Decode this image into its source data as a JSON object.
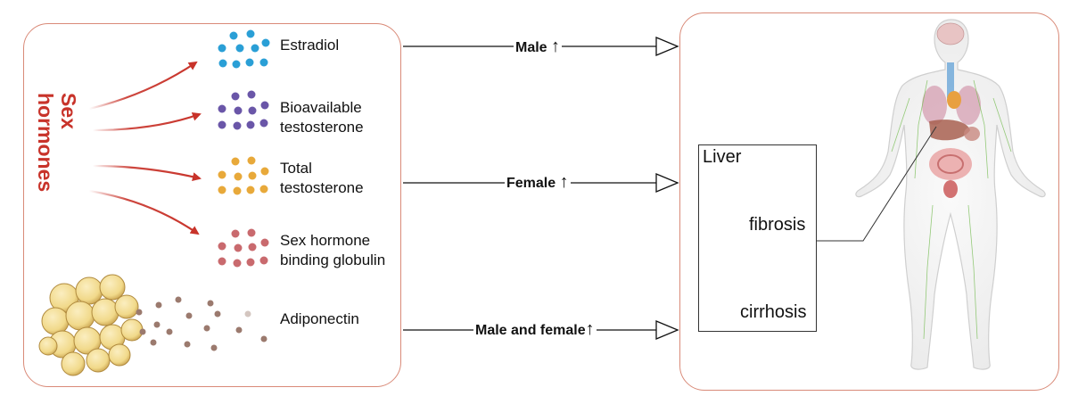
{
  "left_panel": {
    "group_label": [
      "Sex",
      "hormones"
    ],
    "hormones": [
      {
        "lines": [
          "Estradiol"
        ],
        "color": "#2a9fd6"
      },
      {
        "lines": [
          "Bioavailable",
          "testosterone"
        ],
        "color": "#6a56a8"
      },
      {
        "lines": [
          "Total",
          "testosterone"
        ],
        "color": "#e8a93a"
      },
      {
        "lines": [
          "Sex hormone",
          "binding globulin"
        ],
        "color": "#c96a6e"
      }
    ],
    "adiponectin": {
      "label": "Adiponectin",
      "color": "#9b7a6e"
    }
  },
  "arrows": [
    {
      "label": "Male",
      "arrow_symbol": "↑"
    },
    {
      "label": "Female",
      "arrow_symbol": "↑"
    },
    {
      "label": "Male and female",
      "arrow_symbol": "↑"
    }
  ],
  "liver_box": {
    "title": "Liver",
    "stage1": "fibrosis",
    "stage2": "cirrhosis"
  },
  "colors": {
    "panel_border": "#d98a78",
    "accent_red": "#c8332a",
    "fibrosis_liver": "#9a4a5e",
    "cirrhosis_liver": "#8a5a38"
  }
}
